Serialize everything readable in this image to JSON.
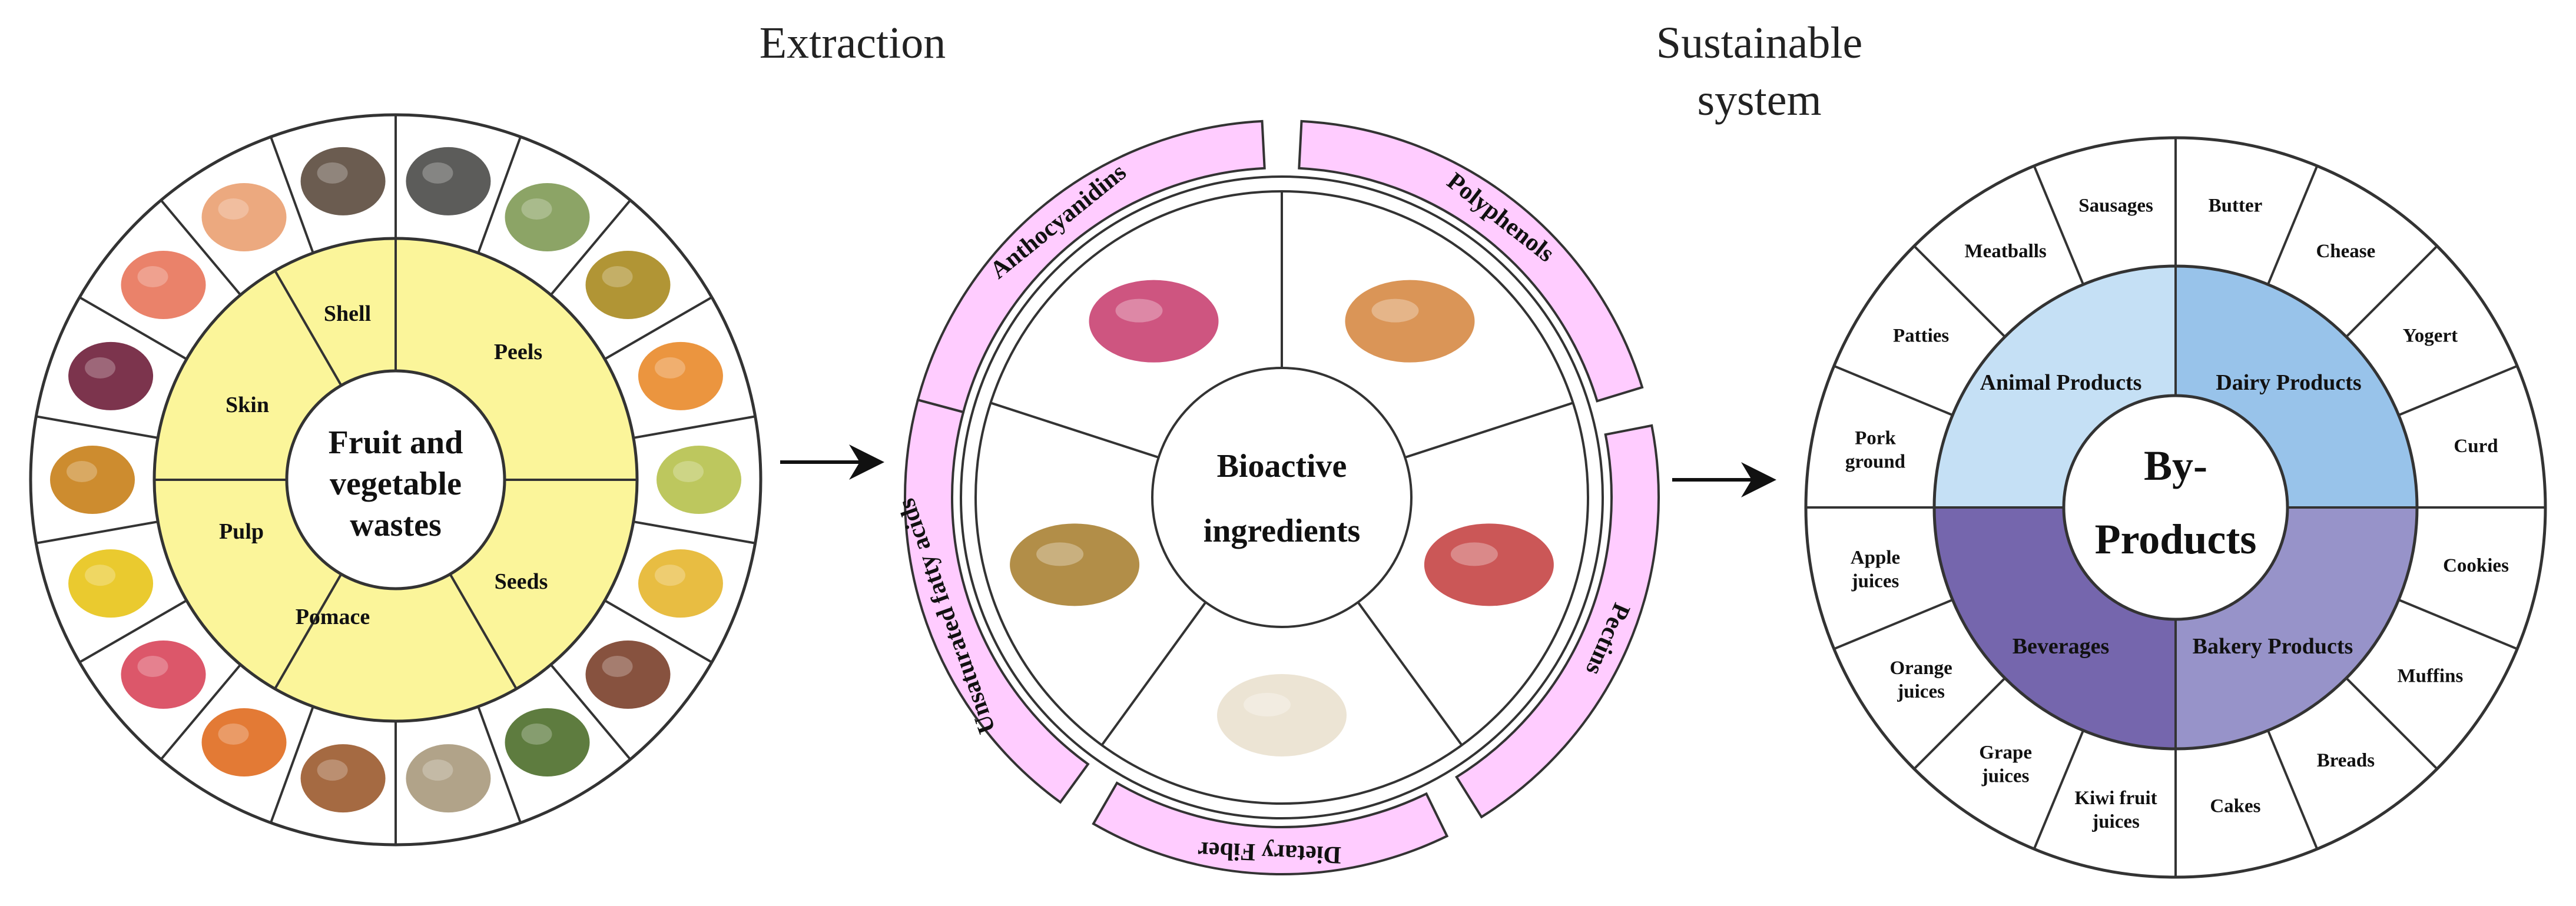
{
  "titles": {
    "extraction": "Extraction",
    "sustainable_line1": "Sustainable",
    "sustainable_line2": "system"
  },
  "left_wheel": {
    "center_line1": "Fruit and",
    "center_line2": "vegetable",
    "center_line3": "wastes",
    "categories": [
      "Shell",
      "Peels",
      "Skin",
      "Pulp",
      "Pomace",
      "Seeds"
    ],
    "colors": {
      "inner_ring": "#fbf59a",
      "center": "#ffffff",
      "stroke": "#333333"
    }
  },
  "middle_wheel": {
    "center_line1": "Bioactive",
    "center_line2": "ingredients",
    "outer_labels": [
      "Anthocyanidins",
      "Polyphenols",
      "Pectins",
      "Dietary Fiber",
      "Unsaturated fatty acids"
    ],
    "colors": {
      "outer_band": "#ffccff",
      "stroke": "#333333"
    }
  },
  "right_wheel": {
    "center_line1": "By-",
    "center_line2": "Products",
    "quadrants": [
      {
        "label": "Animal Products",
        "color": "#c5e0f5"
      },
      {
        "label": "Dairy Products",
        "color": "#98c3ea"
      },
      {
        "label": "Beverages",
        "color": "#7566ad"
      },
      {
        "label": "Bakery Products",
        "color": "#9793c9"
      }
    ],
    "items": [
      "Sausages",
      "Butter",
      "Chease",
      "Yogert",
      "Curd",
      "Cookies",
      "Muffins",
      "Breads",
      "Cakes",
      "Kiwi fruit juices",
      "Grape juices",
      "Orange juices",
      "Apple juices",
      "Pork ground",
      "Patties",
      "Meatballs"
    ]
  },
  "icons": [
    "right-arrow-icon",
    "right-arrow-icon"
  ]
}
